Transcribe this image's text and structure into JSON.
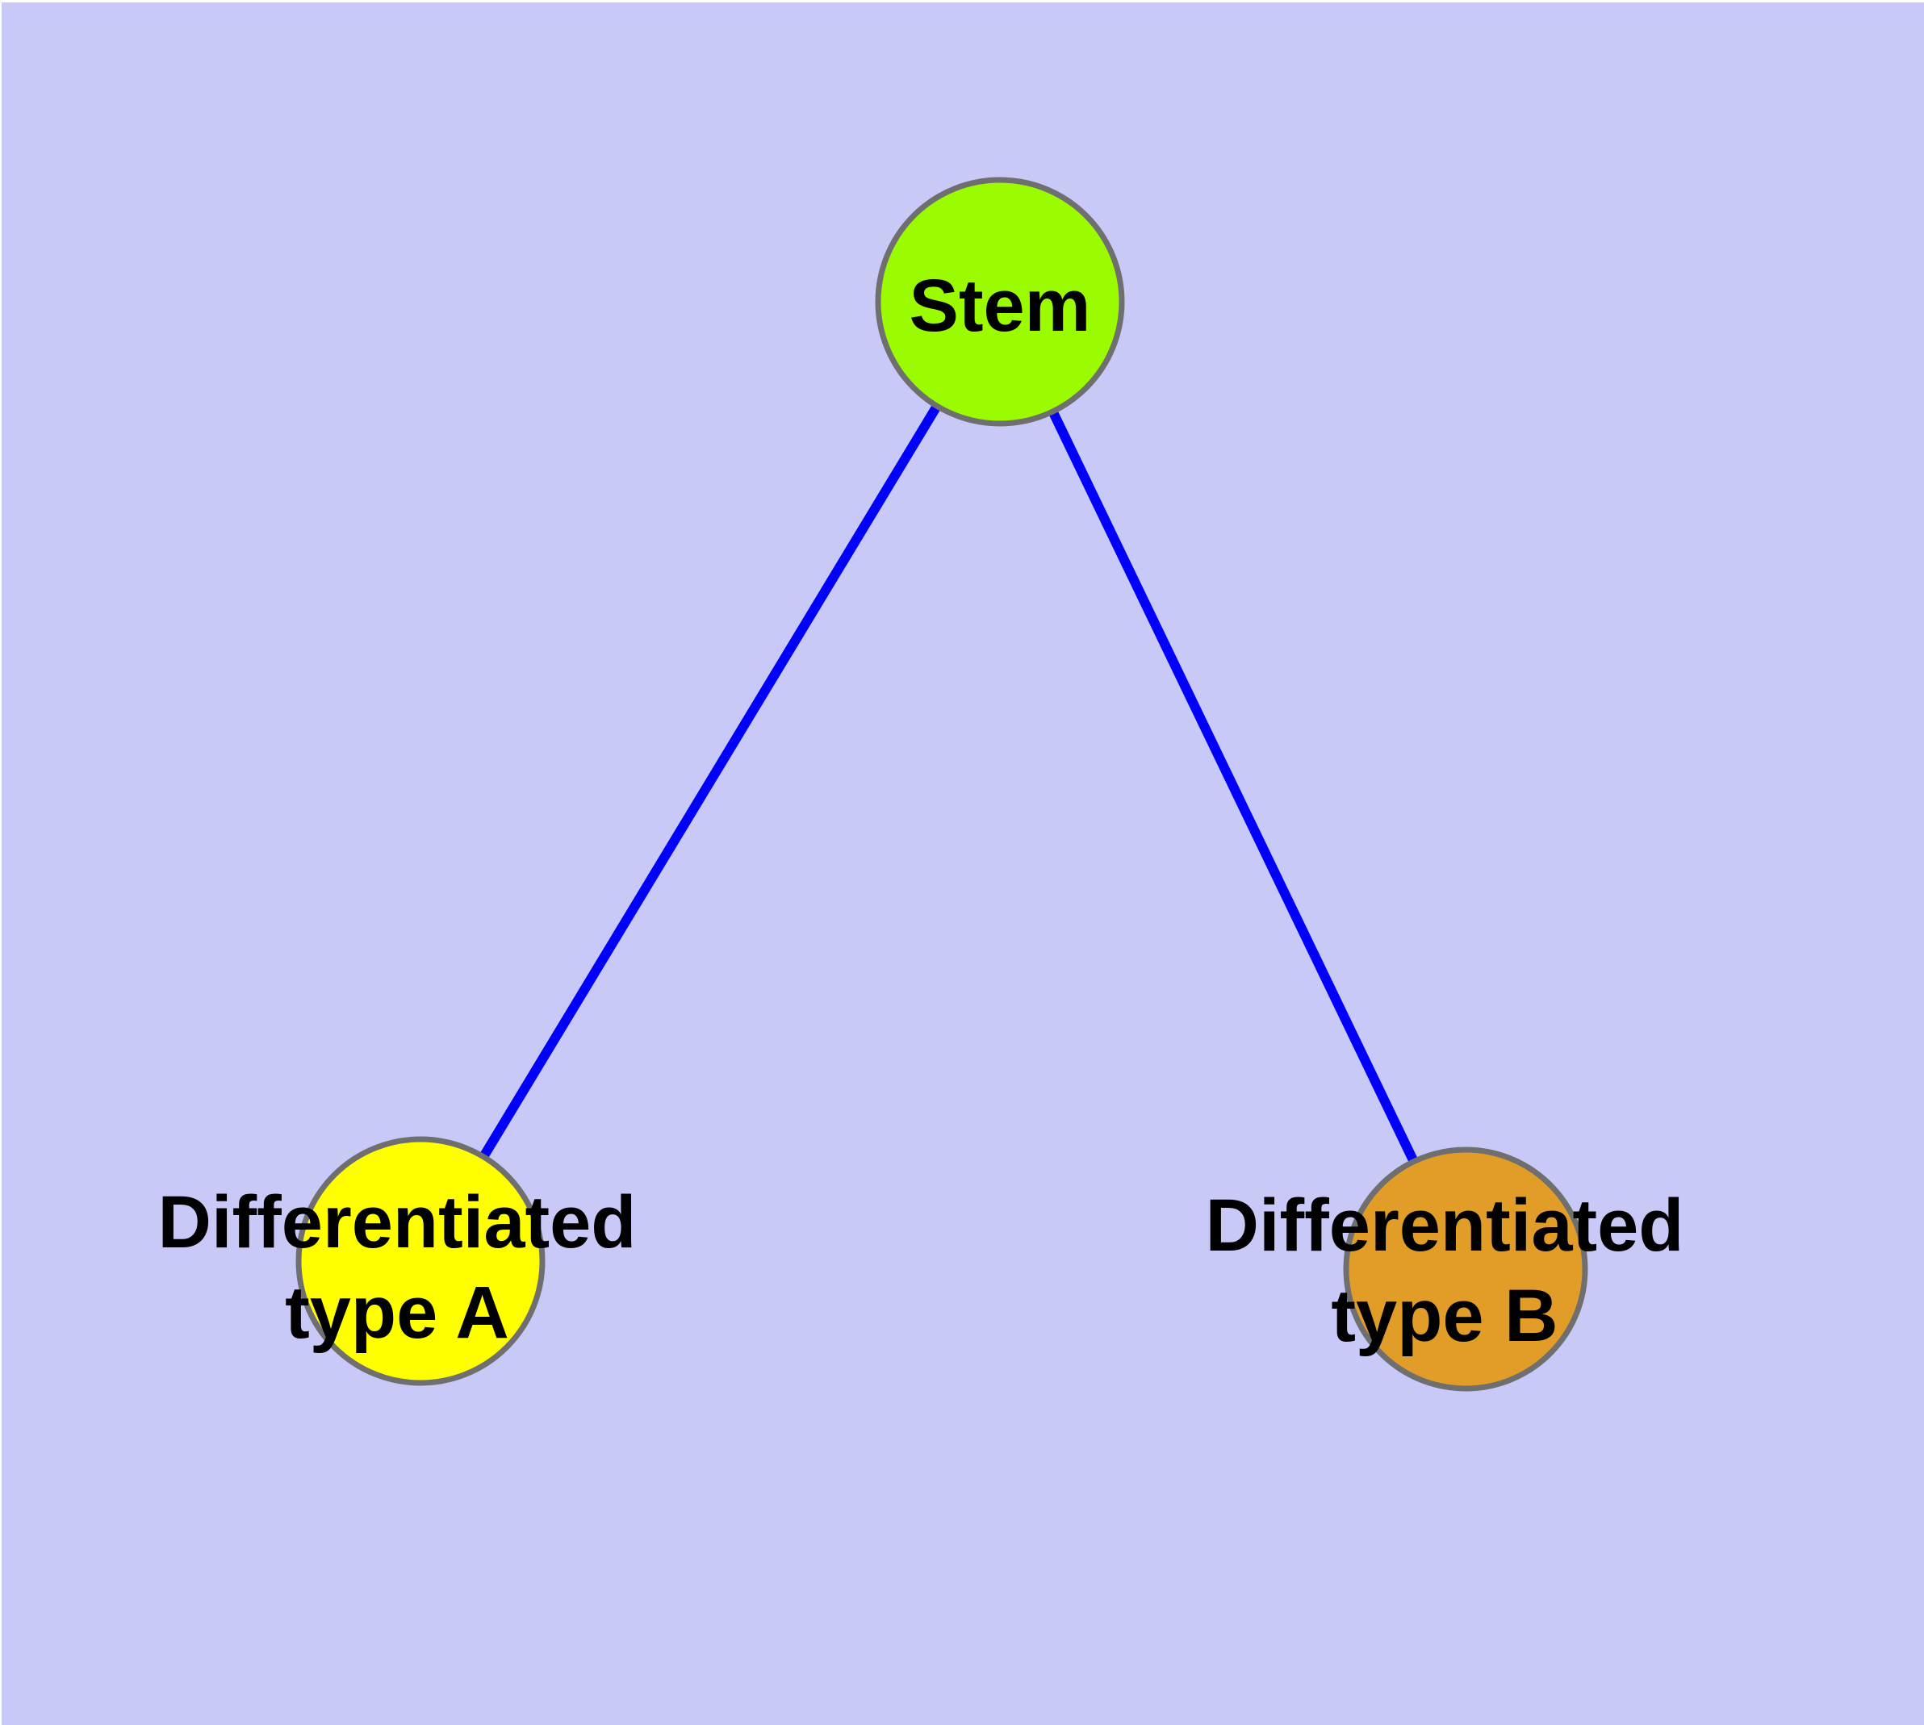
{
  "diagram": {
    "type": "node-link-graph",
    "colors": {
      "background": "#C9C9F8",
      "page_margin": "#FFFFFF",
      "edge": "#0000FC",
      "node_border": "#6F6F6F",
      "label_text": "#000000"
    },
    "nodes": [
      {
        "id": "stem",
        "label": "Stem",
        "line1": "Stem",
        "line2": "",
        "fill": "#9BFB00"
      },
      {
        "id": "differentiated-type-a",
        "label": "Differentiated type A",
        "line1": "Differentiated",
        "line2": "type A",
        "fill": "#FFFF00"
      },
      {
        "id": "differentiated-type-b",
        "label": "Differentiated type B",
        "line1": "Differentiated",
        "line2": "type B",
        "fill": "#E29D28"
      }
    ],
    "edges": [
      {
        "from": "Stem",
        "to": "Differentiated type A"
      },
      {
        "from": "Stem",
        "to": "Differentiated type B"
      }
    ]
  }
}
